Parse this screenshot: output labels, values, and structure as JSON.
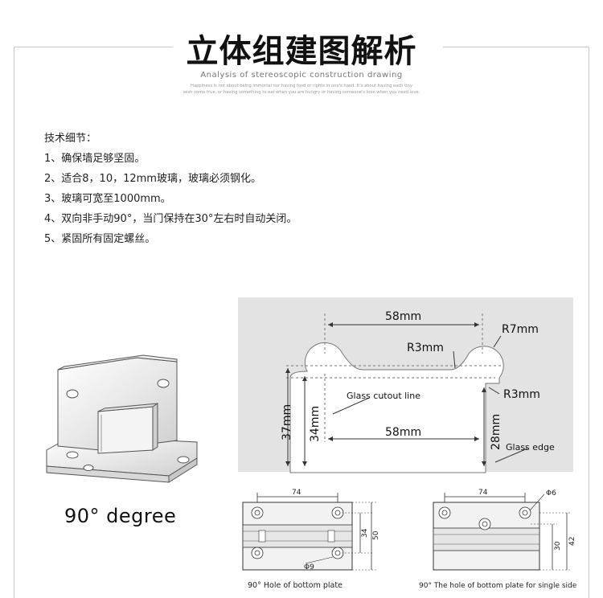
{
  "header": {
    "title": "立体组建图解析",
    "subtitle": "Analysis of stereoscopic construction drawing",
    "tagline_line1": "Happiness is not about being immortal nor having food or rights in one's hand. It's about having each tiny",
    "tagline_line2": "wish come true, or having something to eat when you are hungry or having someone's love when you need love."
  },
  "specs": {
    "heading": "技术细节：",
    "items": [
      "1、确保墙足够坚固。",
      "2、适合8，10，12mm玻璃，玻璃必须钢化。",
      "3、玻璃可宽至1000mm。",
      "4、双向非手动90°，当门保持在30°左右时自动关闭。",
      "5、紧固所有固定螺丝。"
    ]
  },
  "product": {
    "caption": "90° degree"
  },
  "cutout_drawing": {
    "top_width": "58mm",
    "bottom_width": "58mm",
    "outer_radius": "R7mm",
    "inner_radius_left": "R3mm",
    "inner_radius_right": "R3mm",
    "left_height": "37mm",
    "inner_height": "34mm",
    "right_height": "28mm",
    "cutout_label": "Glass cutout line",
    "edge_label": "Glass edge"
  },
  "plate_left": {
    "width": "74",
    "height_inner": "34",
    "height_outer": "50",
    "hole": "Φ9",
    "caption": "90° Hole of bottom plate"
  },
  "plate_right": {
    "width": "74",
    "hole": "Φ6",
    "height_inner": "30",
    "height_outer": "42",
    "caption": "90° The hole of bottom plate for single side"
  }
}
